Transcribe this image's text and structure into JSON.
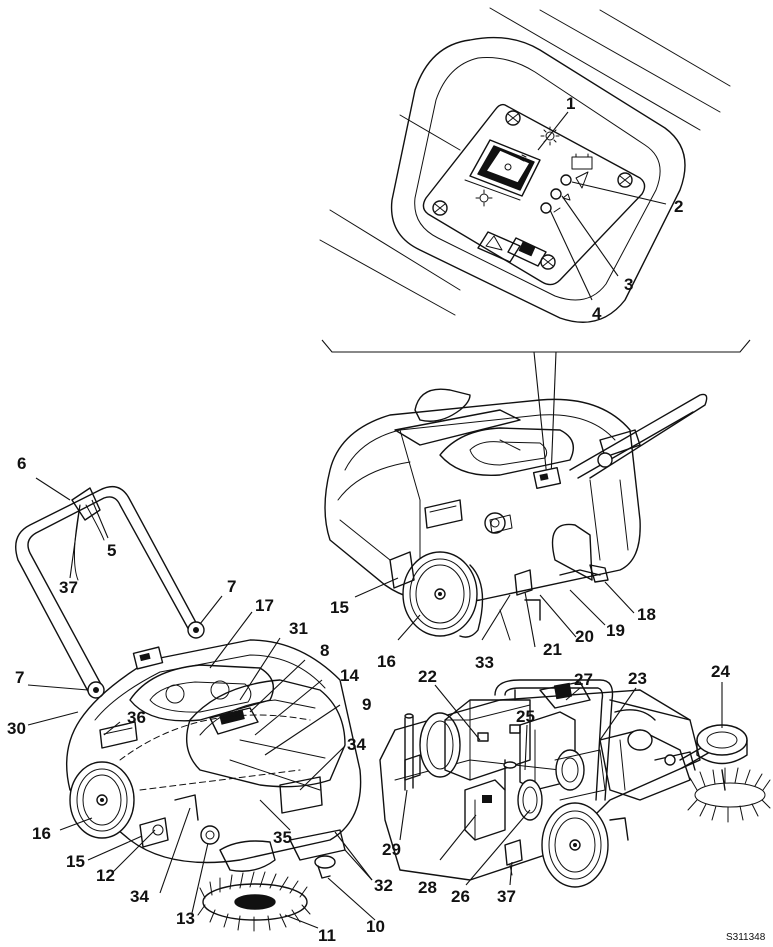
{
  "figure_code": "S311348",
  "callouts": [
    {
      "id": "c1",
      "num": "1"
    },
    {
      "id": "c2",
      "num": "2"
    },
    {
      "id": "c3",
      "num": "3"
    },
    {
      "id": "c4",
      "num": "4"
    },
    {
      "id": "c5",
      "num": "5"
    },
    {
      "id": "c6",
      "num": "6"
    },
    {
      "id": "c7a",
      "num": "7"
    },
    {
      "id": "c7b",
      "num": "7"
    },
    {
      "id": "c8",
      "num": "8"
    },
    {
      "id": "c9",
      "num": "9"
    },
    {
      "id": "c10",
      "num": "10"
    },
    {
      "id": "c11",
      "num": "11"
    },
    {
      "id": "c12",
      "num": "12"
    },
    {
      "id": "c13",
      "num": "13"
    },
    {
      "id": "c14",
      "num": "14"
    },
    {
      "id": "c15a",
      "num": "15"
    },
    {
      "id": "c15b",
      "num": "15"
    },
    {
      "id": "c16a",
      "num": "16"
    },
    {
      "id": "c16b",
      "num": "16"
    },
    {
      "id": "c17",
      "num": "17"
    },
    {
      "id": "c18",
      "num": "18"
    },
    {
      "id": "c19",
      "num": "19"
    },
    {
      "id": "c20",
      "num": "20"
    },
    {
      "id": "c21",
      "num": "21"
    },
    {
      "id": "c22",
      "num": "22"
    },
    {
      "id": "c23",
      "num": "23"
    },
    {
      "id": "c24",
      "num": "24"
    },
    {
      "id": "c25",
      "num": "25"
    },
    {
      "id": "c26",
      "num": "26"
    },
    {
      "id": "c27",
      "num": "27"
    },
    {
      "id": "c28",
      "num": "28"
    },
    {
      "id": "c29",
      "num": "29"
    },
    {
      "id": "c30",
      "num": "30"
    },
    {
      "id": "c31",
      "num": "31"
    },
    {
      "id": "c32",
      "num": "32"
    },
    {
      "id": "c33",
      "num": "33"
    },
    {
      "id": "c34a",
      "num": "34"
    },
    {
      "id": "c34b",
      "num": "34"
    },
    {
      "id": "c35",
      "num": "35"
    },
    {
      "id": "c36",
      "num": "36"
    },
    {
      "id": "c37a",
      "num": "37"
    },
    {
      "id": "c37b",
      "num": "37"
    }
  ]
}
